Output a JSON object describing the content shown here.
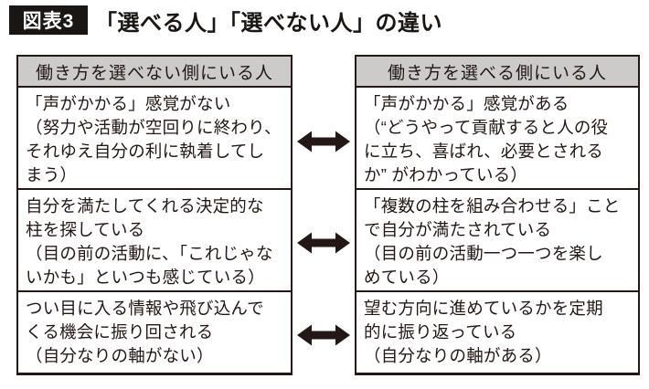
{
  "figure_label": "図表3",
  "title": "「選べる人」「選べない人」の違い",
  "table": {
    "left_header": "働き方を選べない側にいる人",
    "right_header": "働き方を選べる側にいる人",
    "rows": [
      {
        "left": "「声がかかる」感覚がない\n（努力や活動が空回りに終わり、\nそれゆえ自分の利に執着してし\nまう）",
        "right": "「声がかかる」感覚がある\n（“どうやって貢献すると人の役\nに立ち、喜ばれ、必要とされる\nか” がわかっている）"
      },
      {
        "left": "自分を満たしてくれる決定的な\n柱を探している\n（目の前の活動に、「これじゃな\nいかも」といつも感じている）",
        "right": "「複数の柱を組み合わせる」こと\nで自分が満たされている\n（目の前の活動一つ一つを楽し\nめている）"
      },
      {
        "left": "つい目に入る情報や飛び込んで\nくる機会に振り回される\n（自分なりの軸がない）",
        "right": "望む方向に進めているかを定期\n的に振り返っている\n（自分なりの軸がある）"
      }
    ]
  },
  "icons": {
    "arrow": "double-headed-horizontal-arrow"
  },
  "colors": {
    "ink": "#231815",
    "label_box_bg": "#1a1614",
    "header_bg": "#cccbca",
    "background": "#ffffff"
  }
}
